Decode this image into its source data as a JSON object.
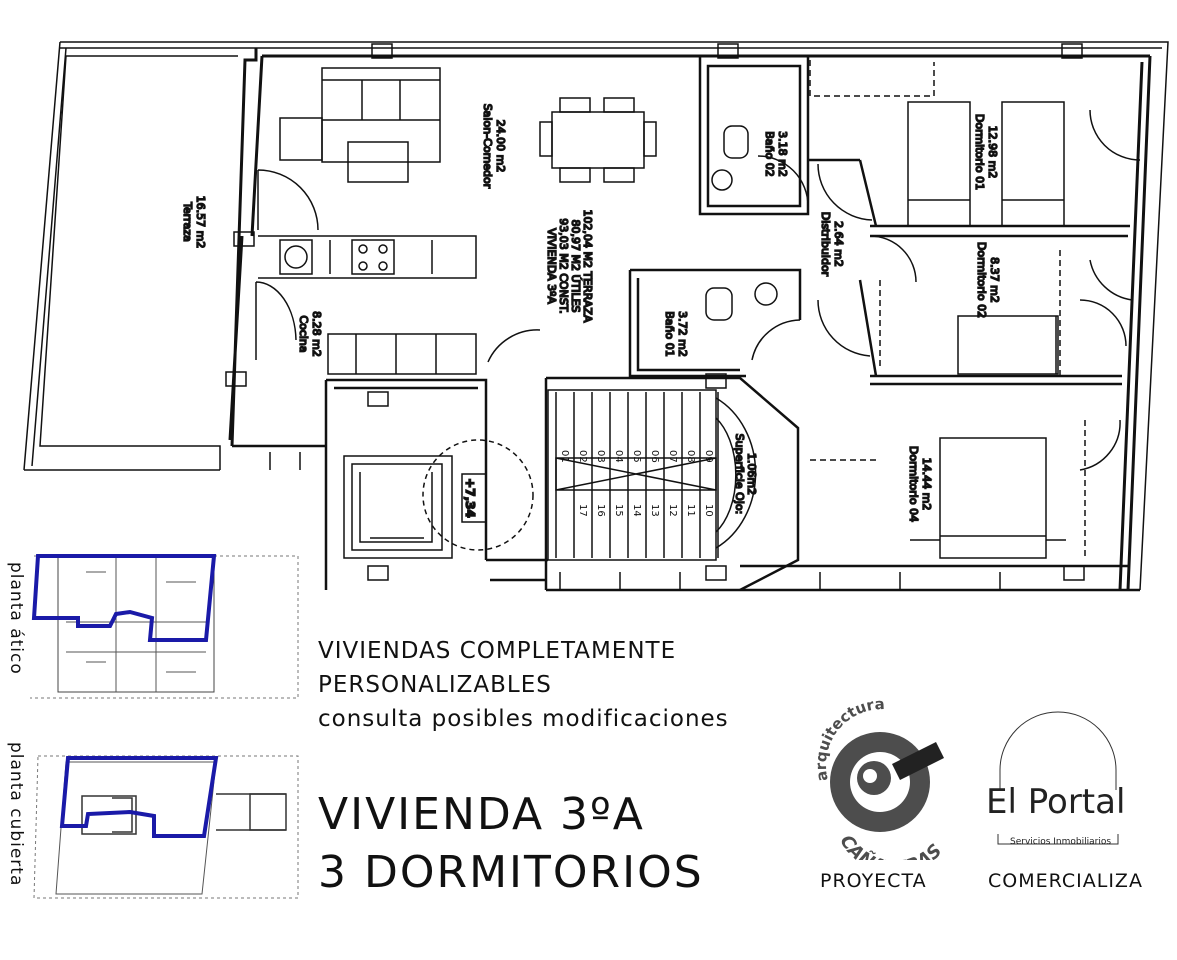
{
  "rooms": {
    "terraza": {
      "name": "Terraza",
      "area": "16.57 m2"
    },
    "salon": {
      "name": "Salon-Comedor",
      "area": "24.00 m2"
    },
    "cocina": {
      "name": "Cocina",
      "area": "8.28 m2"
    },
    "bano02": {
      "name": "Baño 02",
      "area": "3.18 m2"
    },
    "bano01": {
      "name": "Baño 01",
      "area": "3.72 m2"
    },
    "distribuidor": {
      "name": "Distribuidor",
      "area": "2.64 m2"
    },
    "dormitorio01": {
      "name": "Dormitorio 01",
      "area": "12.98 m2"
    },
    "dormitorio02": {
      "name": "Dormitorio 02",
      "area": "8.37 m2"
    },
    "dormitorio04": {
      "name": "Dormitorio 04",
      "area": "14.44 m2"
    },
    "ojo": {
      "name": "Superficie Ojo:",
      "area": "1.06m2"
    }
  },
  "vivienda_summary": {
    "title": "VIVIENDA 3ºA",
    "line1": "93,03 M2 CONST.",
    "line2": "80,97 M2 ÚTILES",
    "line3": "102,04 M2 TERRAZA"
  },
  "elevation_mark": "+7,34",
  "stair_steps": [
    "01",
    "02",
    "03",
    "04",
    "05",
    "06",
    "07",
    "08",
    "09",
    "10",
    "11",
    "12",
    "13",
    "14",
    "15",
    "16",
    "17"
  ],
  "promo": {
    "line1": "VIVIENDAS COMPLETAMENTE",
    "line2": "PERSONALIZABLES",
    "line3": "consulta posibles modificaciones"
  },
  "title": {
    "line1": "VIVIENDA 3ºA",
    "line2": "3 DORMITORIOS"
  },
  "keyplans": {
    "atico": "planta ático",
    "cubierta": "planta cubierta"
  },
  "logos": {
    "architect_top": "arquitectura",
    "architect_bottom": "CAÑAVERAS",
    "architect_caption": "PROYECTA",
    "agency_name": "El Portal",
    "agency_sub": "Servicios Inmobiliarios",
    "agency_caption": "COMERCIALIZA"
  },
  "colors": {
    "highlight": "#1a1aa8",
    "logo_gray": "#4d4d4d",
    "line": "#111111"
  }
}
